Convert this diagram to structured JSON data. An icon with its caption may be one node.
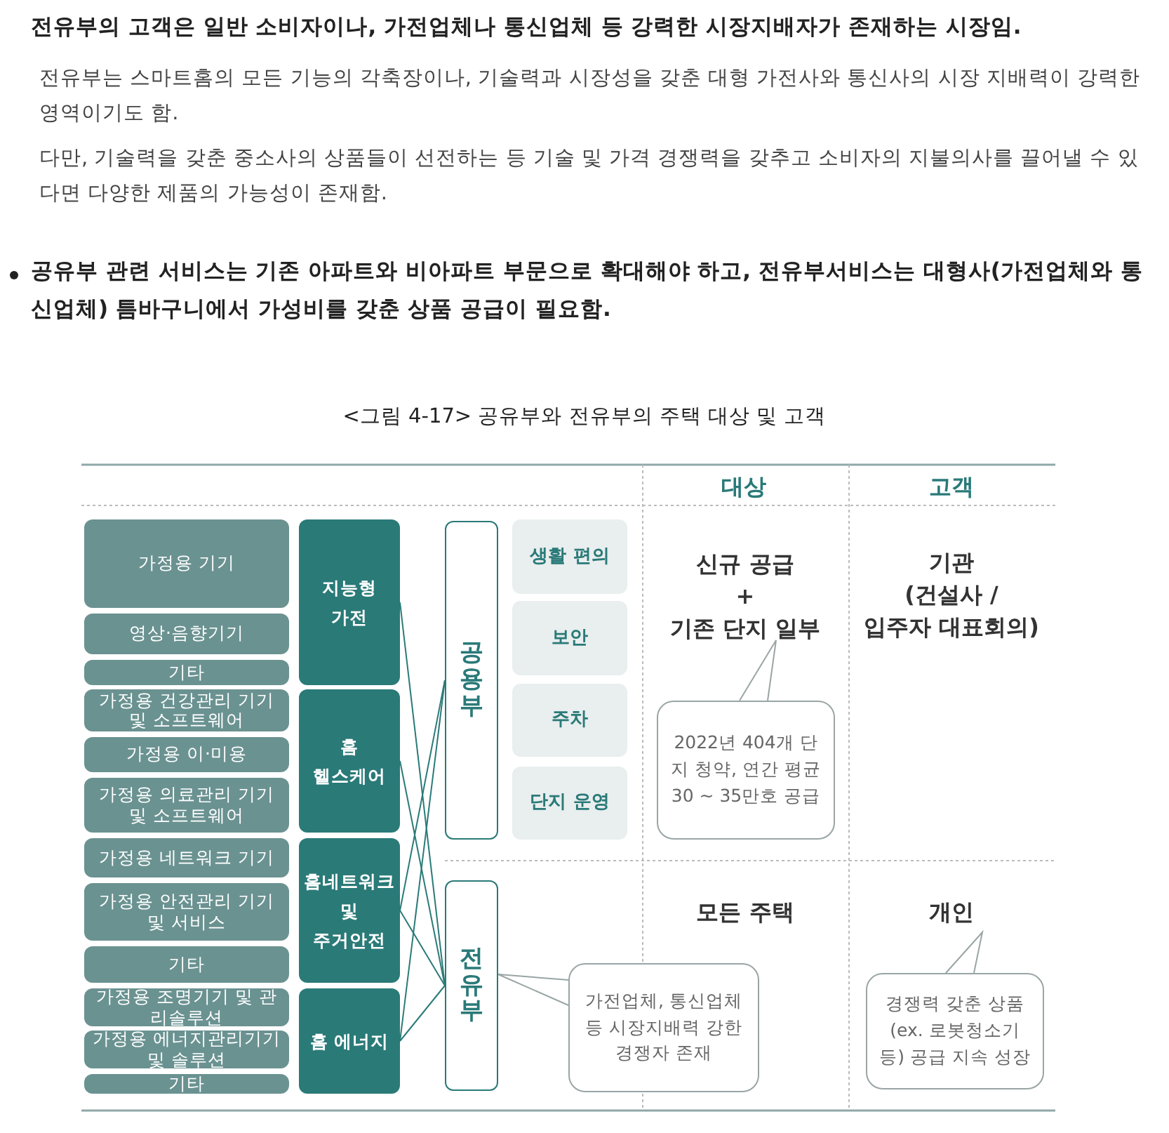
{
  "diagram": {
    "title": "<그림 4-17> 공유부와 전유부의 주택 대상 및 고객",
    "nodes": [
      {
        "text": [
          "가정용 기기"
        ]
      },
      {
        "text": [
          "영상·음향기기"
        ]
      },
      {
        "text": [
          "기타"
        ]
      },
      {
        "text": [
          "가정용 건강관리 기기 및 소프트웨어"
        ]
      },
      {
        "text": [
          "가정용 이·미용"
        ]
      },
      {
        "text": [
          "가정용 의료관리 기기 및 소프트웨어"
        ]
      },
      {
        "text": [
          "가정용 네트워크 기기"
        ]
      },
      {
        "text": [
          "가정용 안전관리 기기 및 서비스"
        ]
      },
      {
        "text": [
          "기타"
        ]
      },
      {
        "text": [
          "가정용 조명기기 및 관리솔루션"
        ]
      },
      {
        "text": [
          "가정용 에너지관리기기 및 솔루션"
        ]
      },
      {
        "text": [
          "기타"
        ]
      },
      {
        "text": [
          "지능형 가전"
        ]
      },
      {
        "text": [
          "홈 헬스케어"
        ]
      },
      {
        "text": [
          "홈네트워크 및 주거안전"
        ]
      },
      {
        "text": [
          "홈 에너지"
        ]
      },
      {
        "text": [
          "공용부"
        ]
      },
      {
        "text": [
          "전유부"
        ]
      },
      {
        "text": [
          "생활 편의"
        ]
      },
      {
        "text": [
          "보안"
        ]
      },
      {
        "text": [
          "주차"
        ]
      },
      {
        "text": [
          "단지 운영"
        ]
      },
      {
        "text": [
          "신규 공급",
          "+",
          "기존 단지 일부"
        ]
      },
      {
        "text": [
          "2022년 404개 단지 청약, 연간 평균 30 ~ 35만호 공급"
        ]
      },
      {
        "text": [
          "개인"
        ]
      },
      {
        "text": [
          "가전업체, 통신업체 등 시장지배력 강한 경쟁자 존재"
        ]
      },
      {
        "text": [
          "경쟁력 갖춘 상품 (ex. 로봇청소기 등) 공급 지속 성장"
        ]
      }
    ],
    "edges": [
      {
        "from": 12,
        "to": 17,
        "arrow": "none"
      },
      {
        "from": 13,
        "to": 17,
        "arrow": "none"
      },
      {
        "from": 14,
        "to": 16,
        "arrow": "none"
      },
      {
        "from": 14,
        "to": 17,
        "arrow": "none"
      },
      {
        "from": 15,
        "to": 16,
        "arrow": "none"
      },
      {
        "from": 15,
        "to": 17,
        "arrow": "none"
      },
      {
        "from": 23,
        "to": 22,
        "arrow": "to",
        "color": "#9aa5a5"
      },
      {
        "from": 25,
        "to": 17,
        "arrow": "to",
        "color": "#9aa5a5"
      },
      {
        "from": 26,
        "to": 24,
        "arrow": "to",
        "color": "#9aa5a5"
      }
    ],
    "labels": [
      "전유부의 고객은 일반 소비자이나, 가전업체나 통신업체 등 강력한 시장지배자가 존재하는 시장임.",
      "전유부는 스마트홈의 모든 기능의 각축장이나, 기술력과 시장성을 갖춘 대형 가전사와 통신사의 시장 지배력이 강력한 영역이기도 함.",
      "다만, 기술력을 갖춘 중소사의 상품들이 선전하는 등 기술 및 가격 경쟁력을 갖추고 소비자의 지불의사를 끌어낼 수 있다면 다양한 제품의 가능성이 존재함.",
      "공유부 관련 서비스는 기존 아파트와 비아파트 부문으로 확대해야 하고, 전유부서비스는 대형사(가전업체와 통신업체) 틈바구니에서 가성비를 갖춘 상품 공급이 필요함.",
      "대상",
      "고객",
      "기관",
      "(건설사 /",
      "입주자 대표회의)",
      "모든 주택"
    ]
  }
}
